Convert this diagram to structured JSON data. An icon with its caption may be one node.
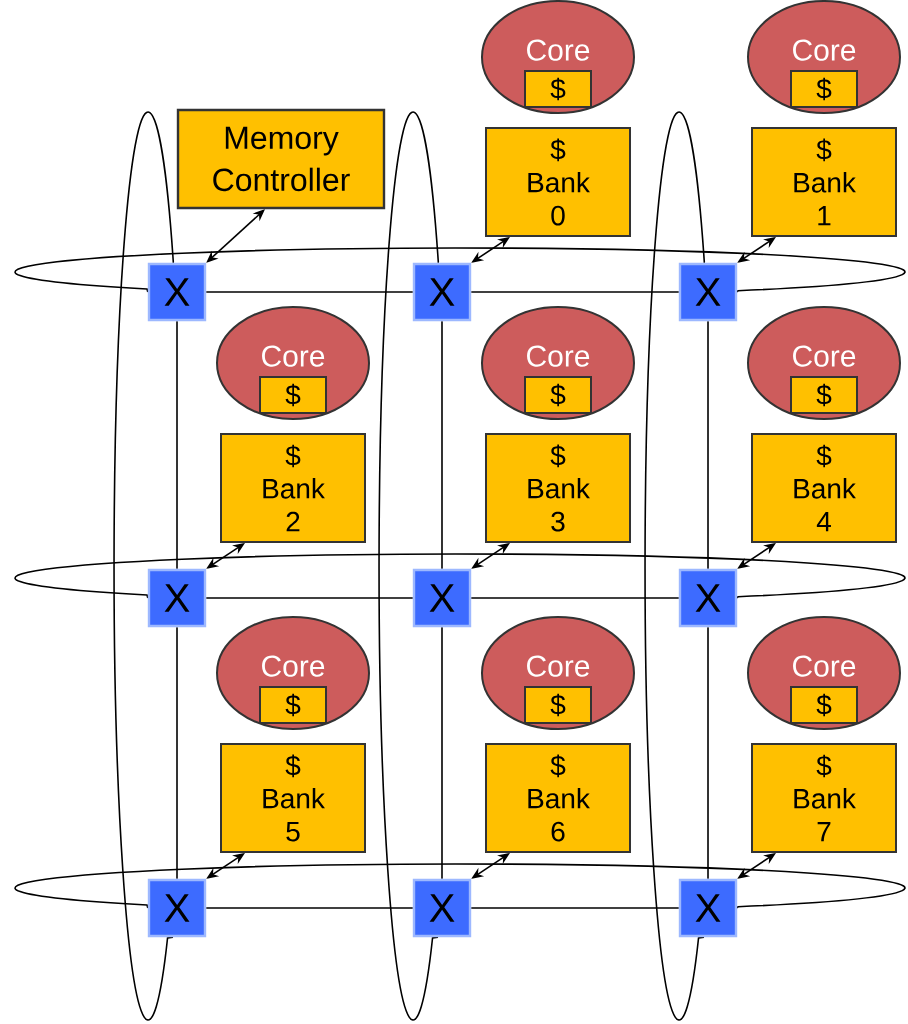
{
  "diagram": {
    "nodes": [
      {
        "text": [
          "Memory Controller"
        ]
      },
      {
        "text": [
          "Core"
        ]
      },
      {
        "text": [
          "$"
        ],
        "in": 1
      },
      {
        "text": [
          "$ Bank 0"
        ]
      },
      {
        "text": [
          "Core"
        ]
      },
      {
        "text": [
          "$"
        ],
        "in": 4
      },
      {
        "text": [
          "$ Bank 1"
        ]
      },
      {
        "text": [
          "Core"
        ]
      },
      {
        "text": [
          "$"
        ],
        "in": 7
      },
      {
        "text": [
          "$ Bank 2"
        ]
      },
      {
        "text": [
          "Core"
        ]
      },
      {
        "text": [
          "$"
        ],
        "in": 10
      },
      {
        "text": [
          "$ Bank 3"
        ]
      },
      {
        "text": [
          "Core"
        ]
      },
      {
        "text": [
          "$"
        ],
        "in": 13
      },
      {
        "text": [
          "$ Bank 4"
        ]
      },
      {
        "text": [
          "Core"
        ]
      },
      {
        "text": [
          "$"
        ],
        "in": 16
      },
      {
        "text": [
          "$ Bank 5"
        ]
      },
      {
        "text": [
          "Core"
        ]
      },
      {
        "text": [
          "$"
        ],
        "in": 19
      },
      {
        "text": [
          "$ Bank 6"
        ]
      },
      {
        "text": [
          "Core"
        ]
      },
      {
        "text": [
          "$"
        ],
        "in": 22
      },
      {
        "text": [
          "$ Bank 7"
        ]
      },
      {
        "text": [
          "X"
        ]
      },
      {
        "text": [
          "X"
        ]
      },
      {
        "text": [
          "X"
        ]
      },
      {
        "text": [
          "X"
        ]
      },
      {
        "text": [
          "X"
        ]
      },
      {
        "text": [
          "X"
        ]
      },
      {
        "text": [
          "X"
        ]
      },
      {
        "text": [
          "X"
        ]
      },
      {
        "text": [
          "X"
        ]
      }
    ],
    "edges": [
      {
        "from": 25,
        "to": 26,
        "arrow": "none"
      },
      {
        "from": 26,
        "to": 27,
        "arrow": "none"
      },
      {
        "from": 28,
        "to": 29,
        "arrow": "none"
      },
      {
        "from": 29,
        "to": 30,
        "arrow": "none"
      },
      {
        "from": 31,
        "to": 32,
        "arrow": "none"
      },
      {
        "from": 32,
        "to": 33,
        "arrow": "none"
      },
      {
        "from": 25,
        "to": 28,
        "arrow": "none"
      },
      {
        "from": 28,
        "to": 31,
        "arrow": "none"
      },
      {
        "from": 26,
        "to": 29,
        "arrow": "none"
      },
      {
        "from": 29,
        "to": 32,
        "arrow": "none"
      },
      {
        "from": 27,
        "to": 30,
        "arrow": "none"
      },
      {
        "from": 30,
        "to": 33,
        "arrow": "none"
      },
      {
        "from": 27,
        "to": 25,
        "arrow": "none"
      },
      {
        "from": 30,
        "to": 28,
        "arrow": "none"
      },
      {
        "from": 33,
        "to": 31,
        "arrow": "none"
      },
      {
        "from": 25,
        "to": 31,
        "arrow": "none"
      },
      {
        "from": 26,
        "to": 32,
        "arrow": "none"
      },
      {
        "from": 27,
        "to": 33,
        "arrow": "none"
      },
      {
        "from": 0,
        "to": 25,
        "arrow": "both"
      },
      {
        "from": 3,
        "to": 26,
        "arrow": "both"
      },
      {
        "from": 6,
        "to": 27,
        "arrow": "both"
      },
      {
        "from": 9,
        "to": 28,
        "arrow": "both"
      },
      {
        "from": 12,
        "to": 29,
        "arrow": "both"
      },
      {
        "from": 15,
        "to": 30,
        "arrow": "both"
      },
      {
        "from": 18,
        "to": 31,
        "arrow": "both"
      },
      {
        "from": 21,
        "to": 32,
        "arrow": "both"
      },
      {
        "from": 24,
        "to": 33,
        "arrow": "both"
      }
    ]
  }
}
